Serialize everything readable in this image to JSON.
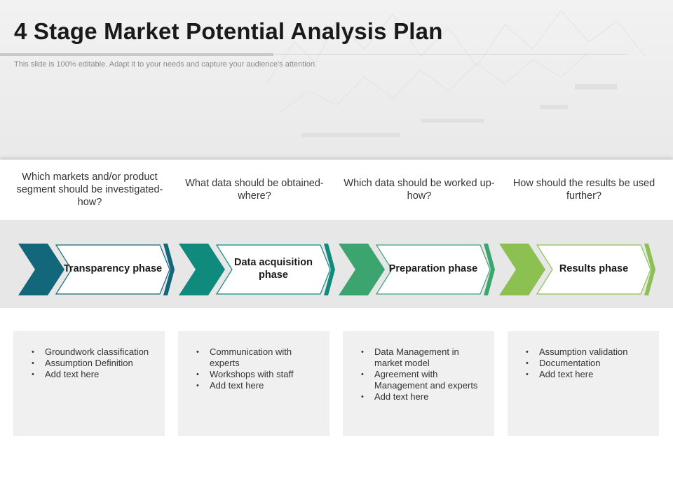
{
  "title": "4 Stage Market Potential Analysis Plan",
  "subtitle": "This slide is 100% editable. Adapt it to your needs and capture your audience's attention.",
  "stages": [
    {
      "question": "Which markets and/or product segment should be investigated-how?",
      "phase": "Transparency phase",
      "color": "#13677a",
      "bullets": [
        "Groundwork classification",
        "Assumption Definition",
        "Add text here"
      ]
    },
    {
      "question": "What data should be obtained-where?",
      "phase": "Data acquisition phase",
      "color": "#0f8a7d",
      "bullets": [
        "Communication with experts",
        "Workshops with staff",
        "Add text here"
      ]
    },
    {
      "question": "Which data should be worked up-how?",
      "phase": "Preparation phase",
      "color": "#3ca46e",
      "bullets": [
        "Data Management in market model",
        "Agreement with Management and experts",
        "Add text here"
      ]
    },
    {
      "question": "How should the results be used further?",
      "phase": "Results phase",
      "color": "#8cc152",
      "bullets": [
        "Assumption validation",
        "Documentation",
        "Add text here"
      ]
    }
  ]
}
